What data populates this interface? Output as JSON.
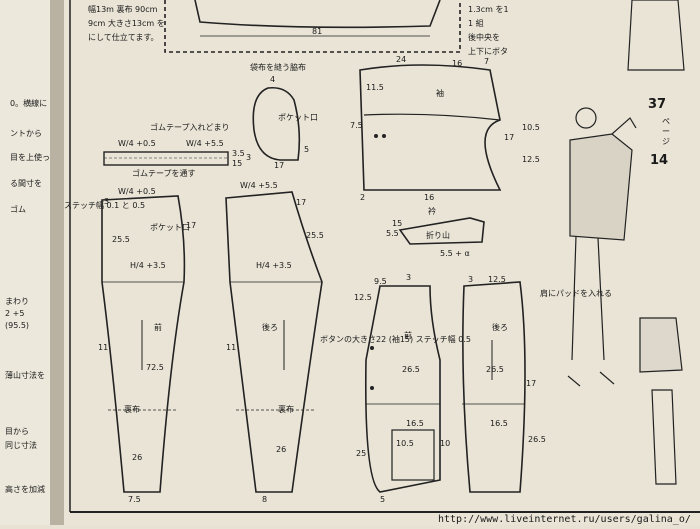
{
  "left_column_fragments": [
    "0。横線に",
    "ントから",
    "目を上使っ",
    "る間寸を",
    "ゴム"
  ],
  "left_small_notes": [
    "まわり",
    "2 +5",
    "(95.5)",
    "薄山寸法を",
    "目から",
    "同じ寸法",
    "高さを加減"
  ],
  "top_note_lines": [
    "幅13m 裏布 90cm",
    "9cm 大きさ13cm を",
    "にして仕立てます。",
    "1.3cm を1",
    "1 組",
    "後中央を",
    "上下にボタ"
  ],
  "top_numbers": {
    "hem_width": "81",
    "front_left": "4"
  },
  "page_badge": {
    "number": "37",
    "label": "ページ",
    "item": "14"
  },
  "waistband": {
    "title": "ゴムテープ入れどまり",
    "formula1": "W/4 +0.5",
    "formula2": "W/4 +5.5",
    "note": "ゴムテープを通す",
    "n1": "3.5",
    "n2": "15"
  },
  "pocket_bag": {
    "title": "袋布を縫う脇布",
    "label": "ポケット口",
    "n1": "4",
    "n2": "17",
    "n3": "5",
    "n4": "3"
  },
  "front_pants": {
    "formula_w": "W/4 +0.5",
    "formula_h": "H/4 +3.5",
    "label": "前",
    "pocket": "ポケット口",
    "stitch": "ステッチ幅 0.1 と 0.5",
    "length": "72.5",
    "hem": "裏布",
    "num_hem": "7.5",
    "num_knee": "26",
    "num_l": "11",
    "num_seat": "25.5",
    "num_top": "3",
    "num_17": "17"
  },
  "back_pants": {
    "formula_w": "W/4 +5.5",
    "formula_h": "H/4 +3.5",
    "label": "後ろ",
    "hem": "裏布",
    "num_hem": "8",
    "num_knee": "26",
    "num_seat": "25.5",
    "num_l": "11",
    "num_17": "17"
  },
  "sleeve": {
    "label": "袖",
    "n_top": "24",
    "n_16": "16",
    "n_7": "7",
    "n_15": "11.5",
    "n_75": "7.5",
    "n_105": "10.5",
    "n_125": "12.5",
    "n_17": "17",
    "n_16b": "16",
    "n_2": "2"
  },
  "collar": {
    "label": "衿",
    "fold": "折り山",
    "n1": "5.5",
    "n2": "15",
    "n3": "5.5 + α"
  },
  "jacket_front": {
    "label": "前",
    "button": "ボタンの大きさ22 (袖15) ステッチ幅 0.5",
    "n_95": "9.5",
    "n_3": "3",
    "n_125": "12.5",
    "n_265": "26.5",
    "n_165": "16.5",
    "n_105": "10.5",
    "n_10": "10",
    "n_5": "5",
    "n_25": "25"
  },
  "jacket_back": {
    "label": "後ろ",
    "shoulder": "肩にパッドを入れる",
    "n_3": "3",
    "n_125": "12.5",
    "n_265": "26.5",
    "n_165": "16.5",
    "n_17": "17",
    "n_265b": "26.5"
  },
  "watermark": "http://www.liveinternet.ru/users/galina_o/"
}
